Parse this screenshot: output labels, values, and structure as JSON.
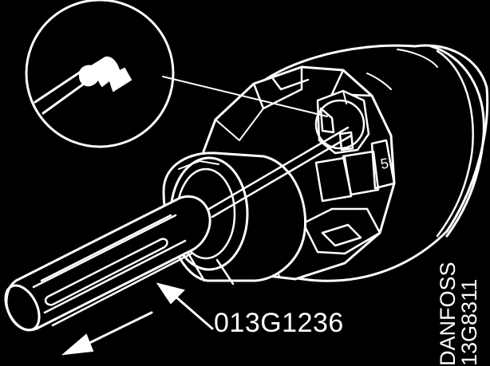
{
  "part_number": "013G1236",
  "credit": {
    "brand": "DANFOSS",
    "code": "13G8311"
  },
  "valve_marking": "5",
  "colors": {
    "background": "#000000",
    "linework": "#ffffff"
  }
}
